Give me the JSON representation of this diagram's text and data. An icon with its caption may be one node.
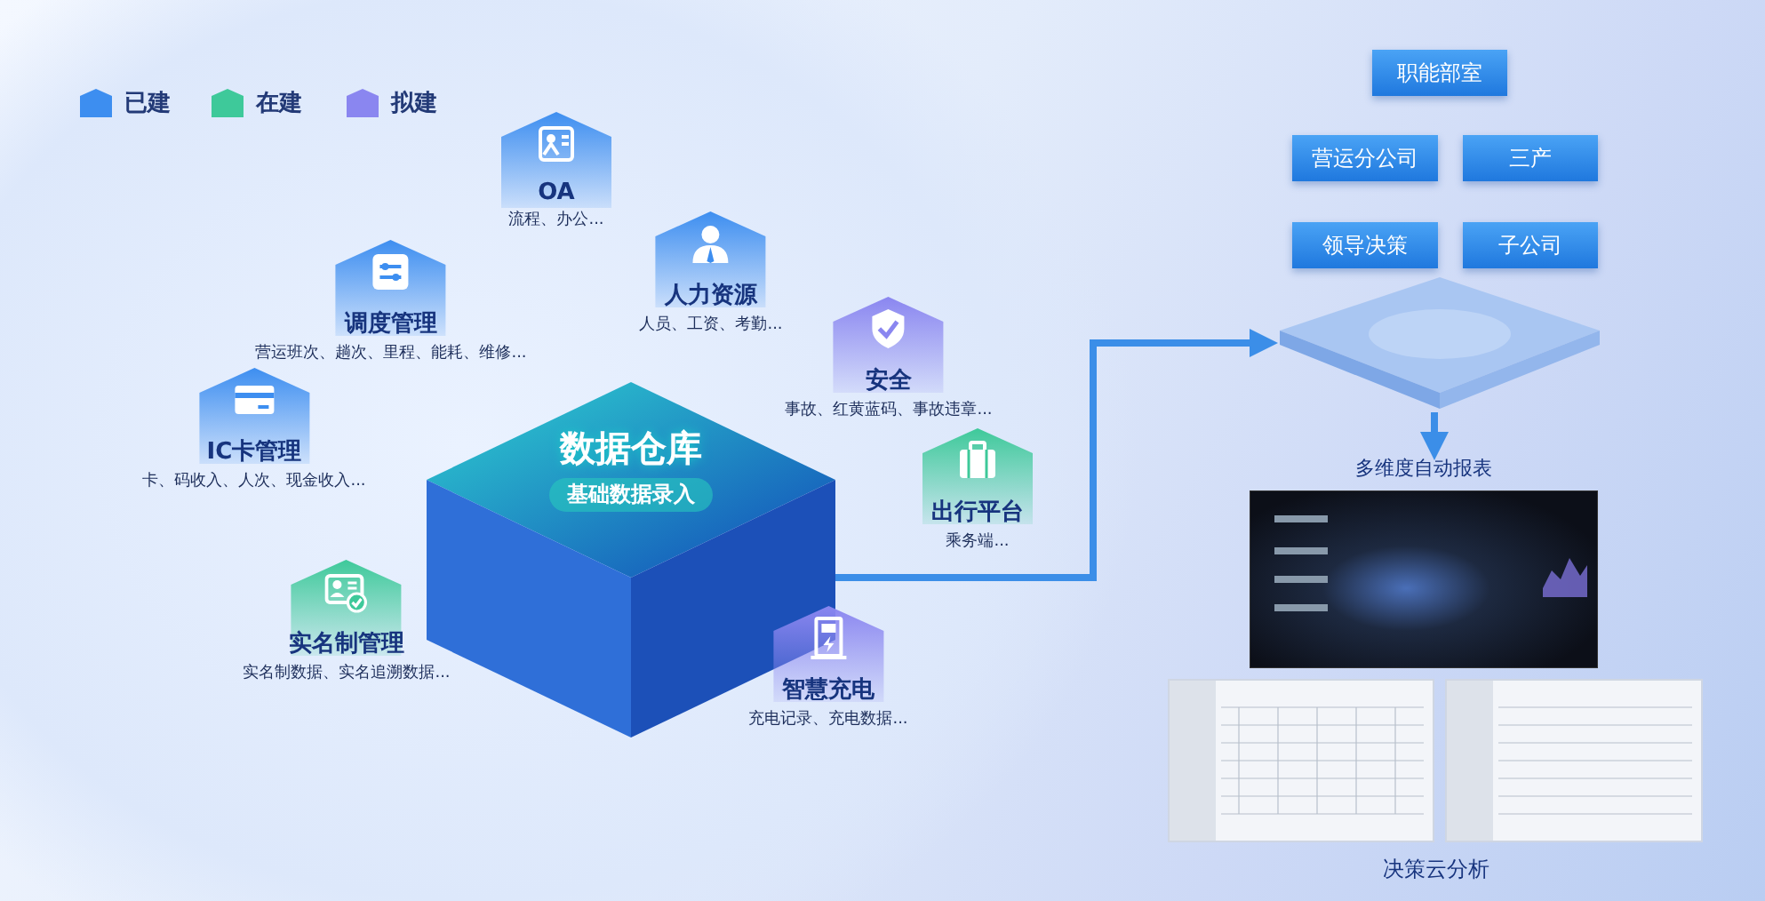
{
  "diagram": {
    "nodes": [
      {
        "text": [
          "数据仓库",
          "基础数据录入"
        ]
      },
      {
        "text": [
          "OA",
          "流程、办公..."
        ]
      },
      {
        "text": [
          "调度管理",
          "营运班次、趟次、里程、能耗、维修..."
        ]
      },
      {
        "text": [
          "人力资源",
          "人员、工资、考勤..."
        ]
      },
      {
        "text": [
          "安全",
          "事故、红黄蓝码、事故违章..."
        ]
      },
      {
        "text": [
          "IC卡管理",
          "卡、码收入、人次、现金收入..."
        ]
      },
      {
        "text": [
          "出行平台",
          "乘务端..."
        ]
      },
      {
        "text": [
          "实名制管理",
          "实名制数据、实名追溯数据..."
        ]
      },
      {
        "text": [
          "智慧充电",
          "充电记录、充电数据..."
        ]
      },
      {
        "text": [],
        "shape": "picture"
      },
      {
        "text": [
          "职能部室"
        ]
      },
      {
        "text": [
          "营运分公司"
        ]
      },
      {
        "text": [
          "三产"
        ]
      },
      {
        "text": [
          "领导决策"
        ]
      },
      {
        "text": [
          "子公司"
        ]
      },
      {
        "text": [],
        "shape": "picture",
        "beside": [
          "多维度自动报表"
        ]
      },
      {
        "text": [],
        "shape": "picture"
      },
      {
        "text": [],
        "shape": "picture"
      }
    ],
    "edges": [
      {
        "from": 0,
        "to": 9,
        "arrow": "to"
      },
      {
        "from": 9,
        "to": 15,
        "arrow": "to"
      }
    ],
    "labels": [
      "决策云分析"
    ],
    "legend": [
      {
        "text": "已建",
        "color": "#3d8ef0"
      },
      {
        "text": "在建",
        "color": "#3ec99a"
      },
      {
        "text": "拟建",
        "color": "#8a86f0"
      }
    ]
  }
}
